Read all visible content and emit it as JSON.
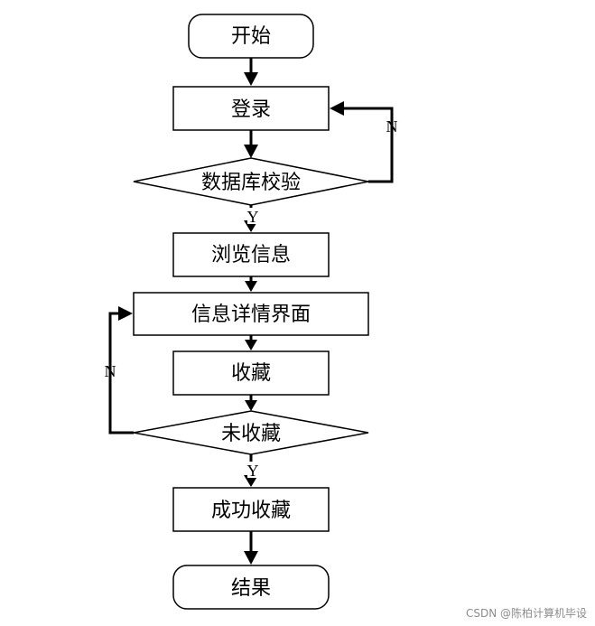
{
  "nodes": {
    "start": "开始",
    "login": "登录",
    "db_check": "数据库校验",
    "browse": "浏览信息",
    "detail": "信息详情界面",
    "favorite": "收藏",
    "not_favorited": "未收藏",
    "success": "成功收藏",
    "end": "结果"
  },
  "labels": {
    "db_no": "N",
    "db_yes": "Y",
    "fav_no": "N",
    "fav_yes": "Y"
  },
  "watermark": "CSDN @陈柏计算机毕设"
}
